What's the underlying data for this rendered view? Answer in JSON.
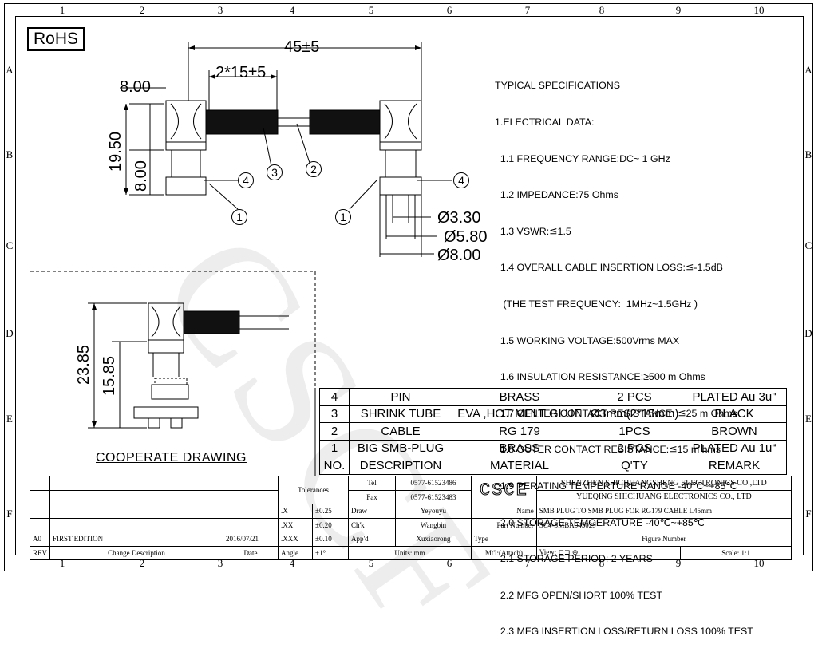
{
  "zones": {
    "columns": [
      "1",
      "2",
      "3",
      "4",
      "5",
      "6",
      "7",
      "8",
      "9",
      "10"
    ],
    "rows": [
      "A",
      "B",
      "C",
      "D",
      "E",
      "F"
    ]
  },
  "rohs": "RoHS",
  "watermark": "CSCF",
  "dimensions": {
    "overall_length": "45±5",
    "shrink": "2*15±5",
    "head_width": "8.00",
    "height_total": "19.50",
    "height_body": "8.00",
    "dia_1": "Ø3.30",
    "dia_2": "Ø5.80",
    "dia_3": "Ø8.00",
    "side_height_1": "23.85",
    "side_height_2": "15.85"
  },
  "callouts": [
    "4",
    "3",
    "2",
    "1",
    "1",
    "4"
  ],
  "cooperate_label": "COOPERATE  DRAWING",
  "specs": [
    "TYPICAL SPECIFICATIONS",
    "1.ELECTRICAL DATA:",
    "  1.1 FREQUENCY RANGE:DC~ 1 GHz",
    "  1.2 IMPEDANCE:75 Ohms",
    "  1.3 VSWR:≦1.5",
    "  1.4 OVERALL CABLE INSERTION LOSS:≦-1.5dB",
    "   (THE TEST FREQUENCY:  1MHz~1.5GHz )",
    "  1.5 WORKING VOLTAGE:500Vrms MAX",
    "  1.6 INSULATION RESISTANCE:≥500 m Ohms",
    "  1.7 CENTER CONTACT RESISTANCE: ≦25 m Ohms",
    "  1.8 OUTER CONTACT RESISTANCE:≦15 m hms",
    "  1.9 PERATING TEMPERTURE RANGE -40℃~+85℃",
    "  2.0 STORAGE TEMOERATURE -40℃~+85℃",
    "  2.1 STORAGE PERIOD: 2 YEARS",
    "  2.2 MFG OPEN/SHORT 100% TEST",
    "  2.3 MFG INSERTION LOSS/RETURN LOSS 100% TEST"
  ],
  "bom": {
    "rows": [
      [
        "4",
        "PIN",
        "BRASS",
        "2 PCS",
        "PLATED Au 3u\""
      ],
      [
        "3",
        "SHRINK TUBE",
        "EVA ,HOT MELT GLUE",
        "Ø3mm(2*15mm)",
        "BLACK"
      ],
      [
        "2",
        "CABLE",
        "RG 179",
        "1PCS",
        "BROWN"
      ],
      [
        "1",
        "BIG SMB-PLUG",
        "BRASS",
        "2 PCS",
        "PLATED Au 1u“"
      ]
    ],
    "header": [
      "NO.",
      "DESCRIPTION",
      "MATERIAL",
      "Q'TY",
      "REMARK"
    ]
  },
  "title_block": {
    "tolerances_label": "Tolerances",
    "tol": [
      [
        ".X",
        "±0.25"
      ],
      [
        ".XX",
        "±0.20"
      ],
      [
        ".XXX",
        "±0.10"
      ],
      [
        "Angle",
        "±1°"
      ]
    ],
    "tel_label": "Tel",
    "tel": "0577-61523486",
    "fax_label": "Fax",
    "fax": "0577-61523483",
    "logo": "CSCE",
    "company_1": "SHENZHEN SHICHUANGSHENG ELECTRONICS CO.,LTD",
    "company_2": "YUEQING SHICHUANG ELECTRONICS CO., LTD",
    "draw_label": "Draw",
    "draw": "Yeyouyu",
    "chk_label": "Ch'k",
    "chk": "Wangbin",
    "appd_label": "App'd",
    "appd": "Xuxiaorong",
    "name_label": "Name",
    "name": "SMB PLUG TO SMB PLUG FOR RG179 CABLE L45mm",
    "part_label": "Part Number",
    "part": "SC4-SMBA045029",
    "type_label": "Type",
    "figure_label": "Figure Number",
    "units": "Units: mm",
    "material": "Mt'l:(Attach)",
    "view_label": "View:",
    "scale": "Scale: 1:1",
    "rev_rows": [
      [
        "A0",
        "FIRST EDITION",
        "2016/07/21"
      ],
      [
        "REV",
        "Change Description",
        "Date"
      ]
    ]
  }
}
